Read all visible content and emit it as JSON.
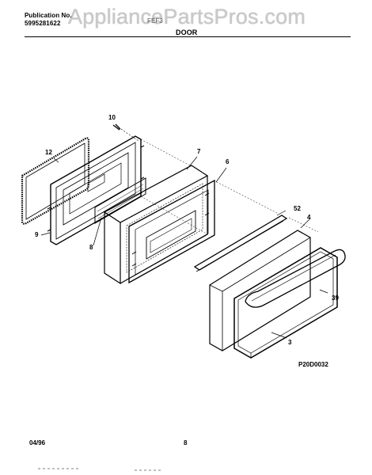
{
  "header": {
    "publication_label": "Publication No.",
    "publication_number": "5995281622",
    "model": "FEF3",
    "section_title": "DOOR",
    "watermark": "AppliancePartsPros.com"
  },
  "callouts": [
    "10",
    "12",
    "7",
    "6",
    "9",
    "8",
    "52",
    "4",
    "39",
    "3"
  ],
  "diagram_code": "P20D0032",
  "footer": {
    "date": "04/96",
    "page": "8"
  }
}
